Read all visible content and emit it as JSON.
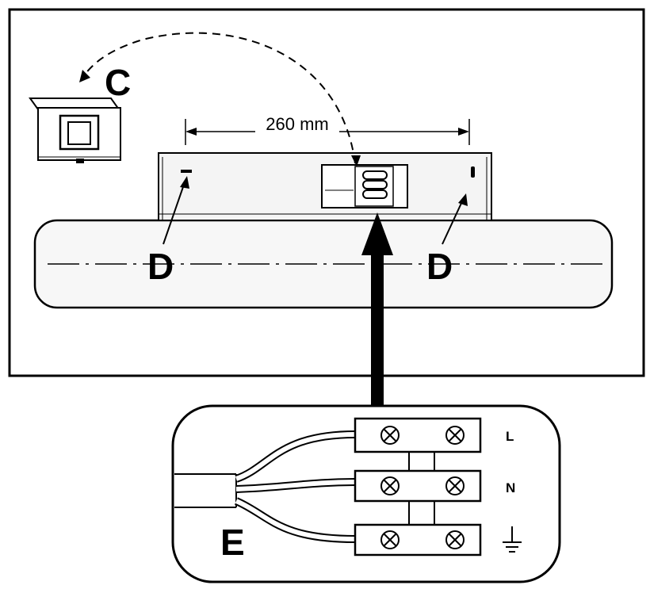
{
  "labels": {
    "cover": "C",
    "fixing_left": "D",
    "fixing_right": "D",
    "cable": "E",
    "dimension": "260 mm"
  },
  "terminals": {
    "live": "L",
    "neutral": "N",
    "earth_icon": "earth-ground-symbol"
  }
}
